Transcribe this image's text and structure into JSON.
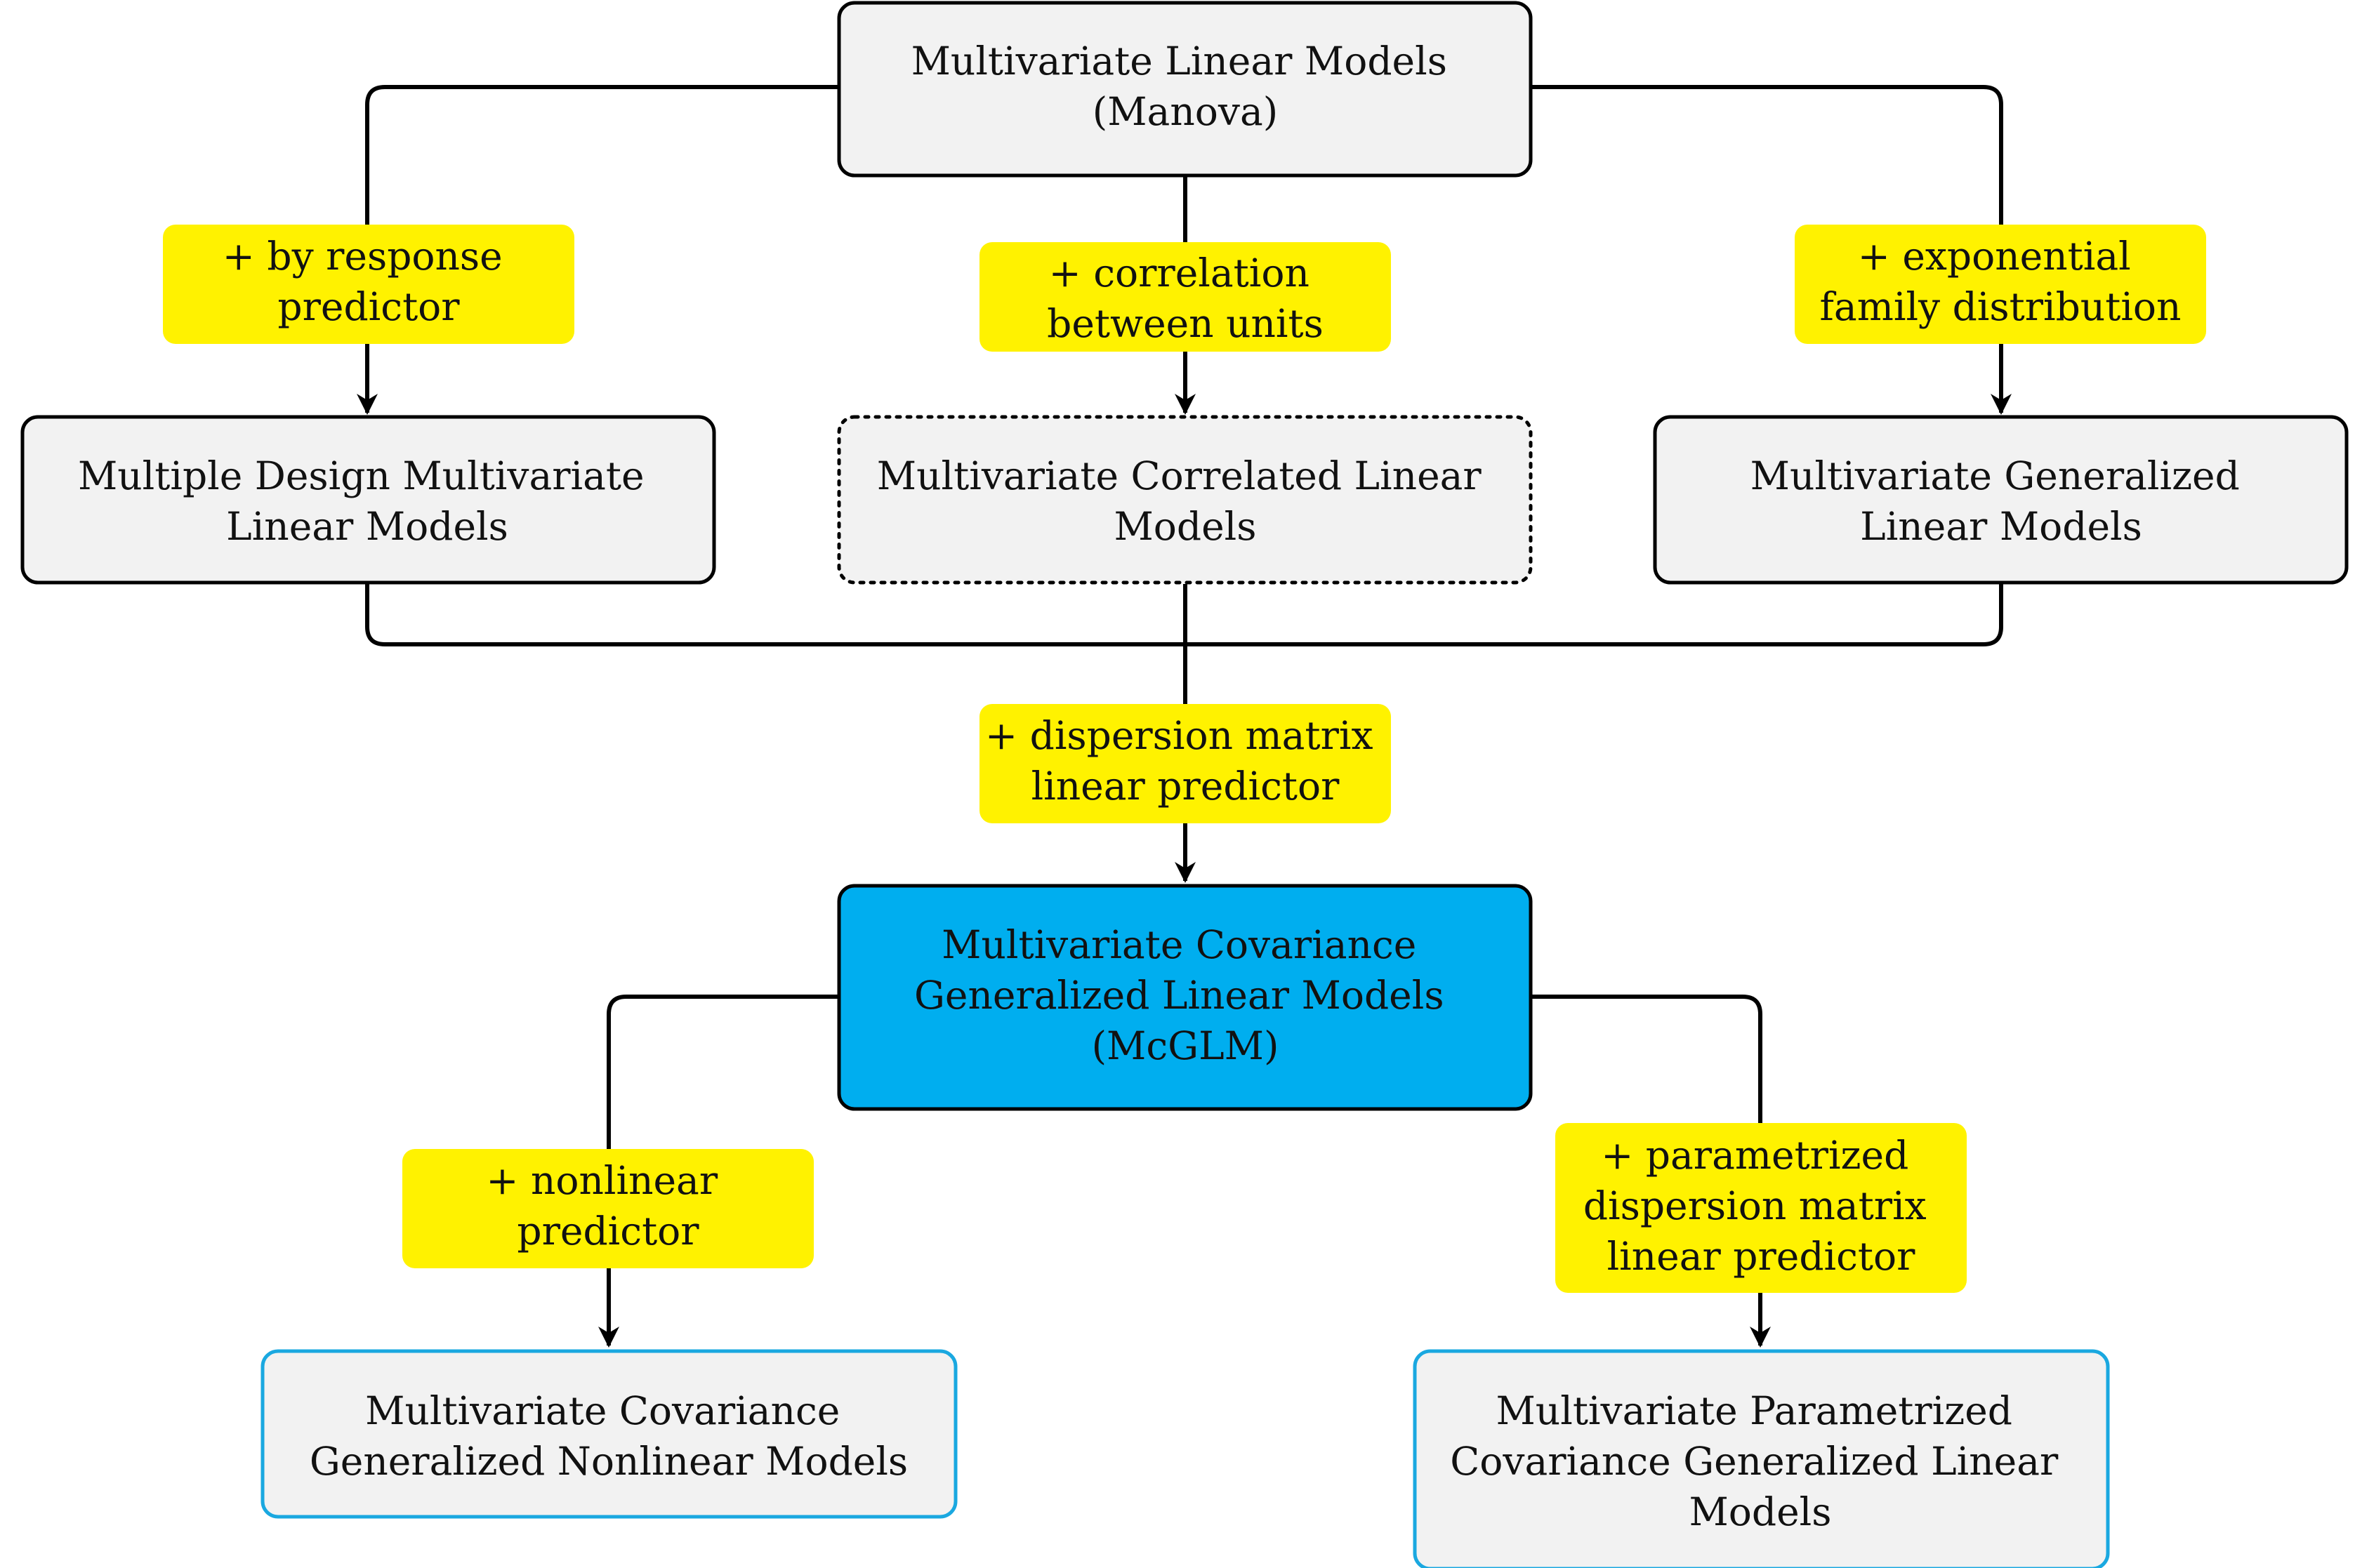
{
  "nodes": {
    "manova": {
      "lines": [
        "Multivariate Linear Models",
        "(Manova)"
      ]
    },
    "multiple_design": {
      "lines": [
        "Multiple Design Multivariate",
        "Linear Models"
      ]
    },
    "correlated": {
      "lines": [
        "Multivariate Correlated Linear",
        "Models"
      ]
    },
    "generalized": {
      "lines": [
        "Multivariate Generalized",
        "Linear Models"
      ]
    },
    "mcglm": {
      "lines": [
        "Multivariate Covariance",
        "Generalized Linear Models",
        "(McGLM)"
      ]
    },
    "nonlinear": {
      "lines": [
        "Multivariate Covariance",
        "Generalized Nonlinear Models"
      ]
    },
    "parametrized": {
      "lines": [
        "Multivariate Parametrized",
        "Covariance Generalized Linear",
        "Models"
      ]
    }
  },
  "labels": {
    "by_response": {
      "lines": [
        "+ by response",
        "predictor"
      ]
    },
    "correlation": {
      "lines": [
        "+ correlation",
        "between units"
      ]
    },
    "exponential": {
      "lines": [
        "+ exponential",
        "family distribution"
      ]
    },
    "dispersion": {
      "lines": [
        "+ dispersion matrix",
        "linear predictor"
      ]
    },
    "nonlinear_pred": {
      "lines": [
        "+ nonlinear",
        "predictor"
      ]
    },
    "param_dispersion": {
      "lines": [
        "+ parametrized",
        "dispersion matrix",
        "linear predictor"
      ]
    }
  },
  "colors": {
    "node_fill": "#f2f2f2",
    "highlight_fill": "#00aeef",
    "label_fill": "#fff200",
    "accent_border": "#1aa8e0",
    "stroke": "#000000"
  }
}
